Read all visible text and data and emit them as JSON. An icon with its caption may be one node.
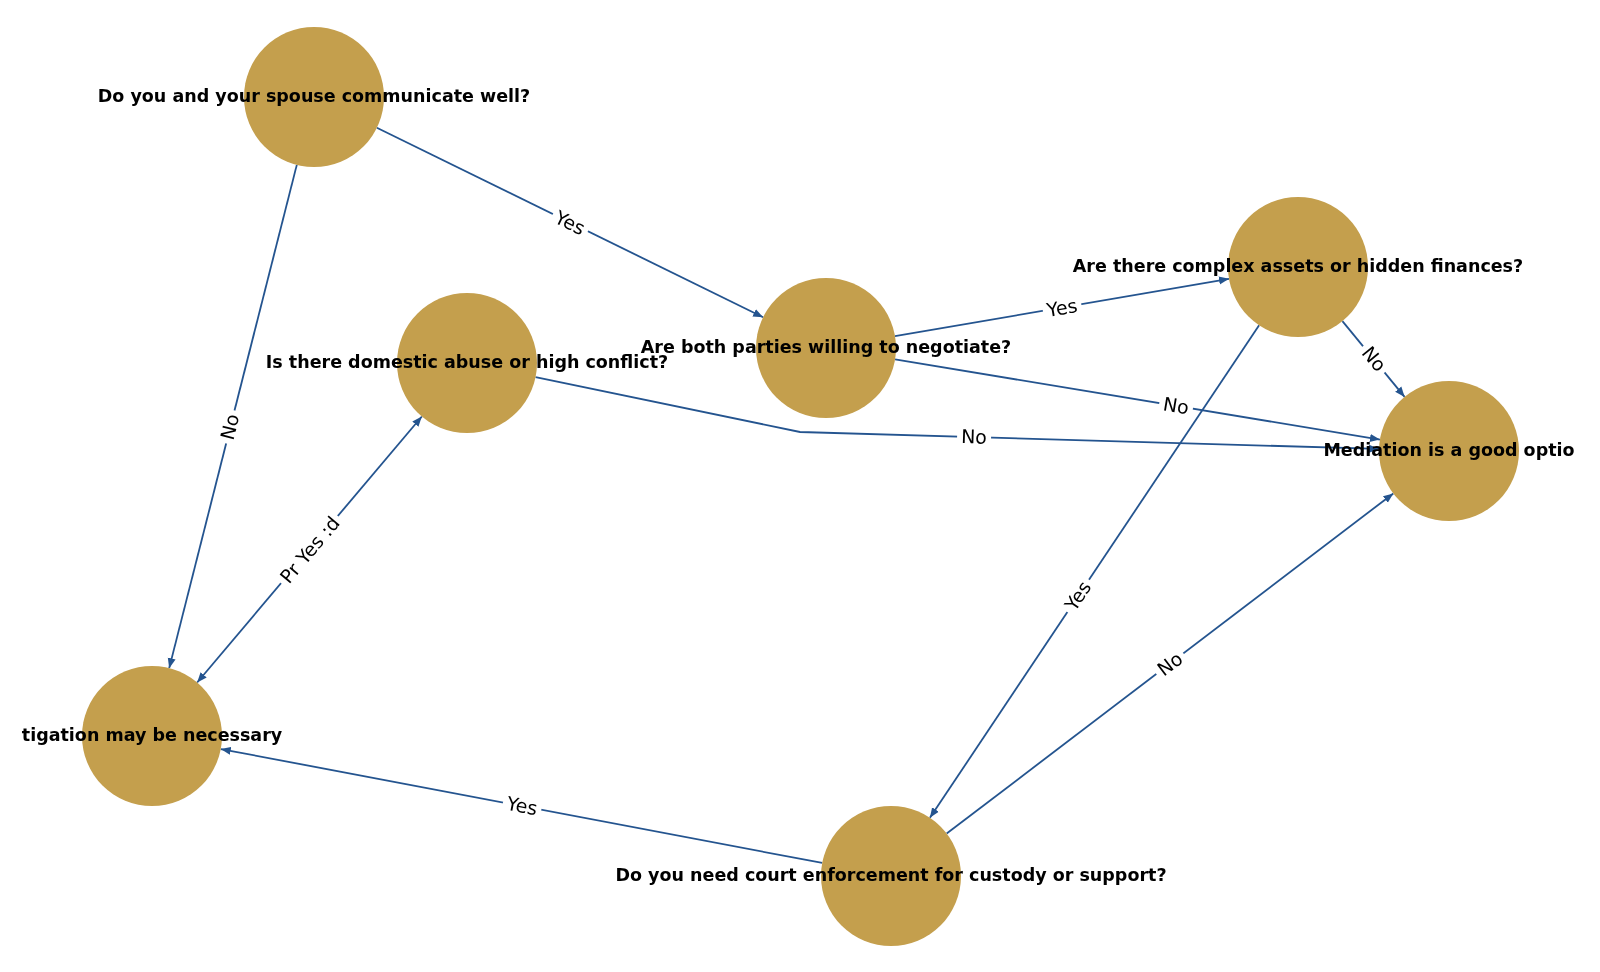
{
  "diagram": {
    "nodes": [
      {
        "text": [
          "Do you and your spouse communicate well?"
        ]
      },
      {
        "text": [
          "Are both parties willing to negotiate?"
        ]
      },
      {
        "text": [
          "Is there domestic abuse or high conflict?"
        ]
      },
      {
        "text": [
          "Are there complex assets or hidden finances?"
        ]
      },
      {
        "text": [
          "Mediation is a good optio"
        ]
      },
      {
        "text": [
          "tigation may be necessary"
        ]
      },
      {
        "text": [
          "Do you need court enforcement for custody or support?"
        ]
      }
    ],
    "edges": [
      {
        "from": 0,
        "to": 1,
        "arrow": "to",
        "label": "Yes"
      },
      {
        "from": 0,
        "to": 5,
        "arrow": "to",
        "label": "No"
      },
      {
        "from": 1,
        "to": 3,
        "arrow": "to",
        "label": "Yes"
      },
      {
        "from": 1,
        "to": 4,
        "arrow": "to",
        "label": "No"
      },
      {
        "from": 2,
        "to": 4,
        "arrow": "to",
        "label": "No"
      },
      {
        "from": 2,
        "to": 5,
        "arrow": "both",
        "label": "Pr Yes :d"
      },
      {
        "from": 3,
        "to": 4,
        "arrow": "to",
        "label": "No"
      },
      {
        "from": 3,
        "to": 6,
        "arrow": "to",
        "label": "Yes"
      },
      {
        "from": 6,
        "to": 5,
        "arrow": "to",
        "label": "Yes"
      },
      {
        "from": 6,
        "to": 4,
        "arrow": "to",
        "label": "No"
      }
    ]
  }
}
